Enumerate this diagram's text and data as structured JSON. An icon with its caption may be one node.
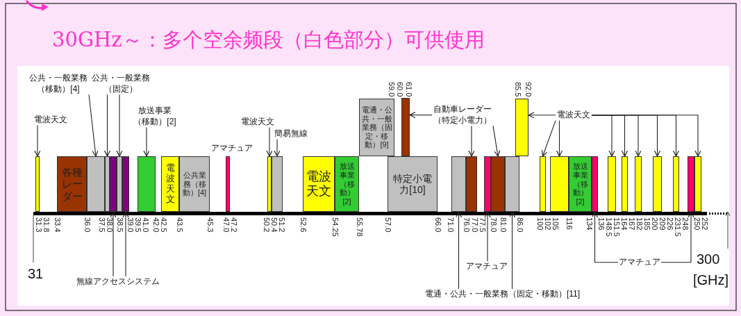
{
  "diagram": {
    "title": "30GHz～：多个空余频段（白色部分）可供使用",
    "nodes": [
      {
        "text": [],
        "shape": "bar"
      },
      {
        "text": [
          "各種レーダー"
        ]
      },
      {
        "text": [],
        "shape": "bar"
      },
      {
        "text": [],
        "shape": "bar"
      },
      {
        "text": [],
        "shape": "bar"
      },
      {
        "text": [],
        "shape": "bar"
      },
      {
        "text": [],
        "shape": "bar"
      },
      {
        "text": [],
        "shape": "bar"
      },
      {
        "text": [
          "電波天文"
        ]
      },
      {
        "text": [
          "公共業務（移動）[4]"
        ]
      },
      {
        "text": [],
        "shape": "bar",
        "beside": [
          "アマチュア"
        ]
      },
      {
        "text": [],
        "shape": "bar"
      },
      {
        "text": [],
        "shape": "bar"
      },
      {
        "text": [
          "電波天文"
        ]
      },
      {
        "text": [
          "放送事業（移動）[2]"
        ]
      },
      {
        "text": [
          "電通・公共・一般業務（固定・移動）[9]"
        ]
      },
      {
        "text": [
          "特定小電力[10]"
        ]
      },
      {
        "text": [],
        "shape": "bar"
      },
      {
        "text": [],
        "shape": "bar"
      },
      {
        "text": [],
        "shape": "bar"
      },
      {
        "text": [],
        "shape": "bar"
      },
      {
        "text": [],
        "shape": "bar"
      },
      {
        "text": [],
        "shape": "bar"
      },
      {
        "text": [],
        "shape": "bar"
      },
      {
        "text": [],
        "shape": "bar"
      },
      {
        "text": [],
        "shape": "bar"
      },
      {
        "text": [
          "放送事業（移動）[2]"
        ]
      },
      {
        "text": [],
        "shape": "bar"
      },
      {
        "text": [],
        "shape": "bar"
      },
      {
        "text": [],
        "shape": "bar"
      },
      {
        "text": [],
        "shape": "bar"
      },
      {
        "text": [],
        "shape": "bar"
      },
      {
        "text": [],
        "shape": "bar"
      },
      {
        "text": [],
        "shape": "bar"
      },
      {
        "text": [],
        "shape": "bar"
      },
      {
        "text": [
          "電波天文"
        ]
      },
      {
        "text": [
          "公共・一般業務（移動）[4]"
        ]
      },
      {
        "text": [
          "公共・一般業務（固定）"
        ]
      },
      {
        "text": [
          "放送事業（移動）[2]"
        ]
      },
      {
        "text": [
          "電波天文"
        ]
      },
      {
        "text": [
          "簡易無線"
        ]
      },
      {
        "text": [
          "自動車レーダー（特定小電力）"
        ]
      },
      {
        "text": [
          "電波天文"
        ]
      },
      {
        "text": [
          "無線アクセスシステム"
        ]
      },
      {
        "text": [
          "アマチュア"
        ]
      },
      {
        "text": [
          "電通・公共・一般業務（固定・移動）[11]"
        ]
      },
      {
        "text": [
          "アマチュア"
        ]
      }
    ],
    "edges": [
      {
        "from": 35,
        "to": 0,
        "arrow": "to"
      },
      {
        "from": 36,
        "to": 2,
        "arrow": "to"
      },
      {
        "from": 37,
        "to": 3,
        "arrow": "to"
      },
      {
        "from": 37,
        "to": 5,
        "arrow": "to"
      },
      {
        "from": 38,
        "to": 7,
        "arrow": "to"
      },
      {
        "from": 39,
        "to": 11,
        "arrow": "to"
      },
      {
        "from": 40,
        "to": 12,
        "arrow": "to"
      },
      {
        "from": 41,
        "to": 17,
        "arrow": "to"
      },
      {
        "from": 41,
        "to": 19,
        "arrow": "to"
      },
      {
        "from": 41,
        "to": 21,
        "arrow": "to"
      },
      {
        "from": 42,
        "to": 23,
        "arrow": "to"
      },
      {
        "from": 42,
        "to": 24,
        "arrow": "to"
      },
      {
        "from": 42,
        "to": 25,
        "arrow": "to"
      },
      {
        "from": 42,
        "to": 28,
        "arrow": "to"
      },
      {
        "from": 42,
        "to": 29,
        "arrow": "to"
      },
      {
        "from": 42,
        "to": 30,
        "arrow": "to"
      },
      {
        "from": 42,
        "to": 31,
        "arrow": "to"
      },
      {
        "from": 42,
        "to": 32,
        "arrow": "to"
      },
      {
        "from": 42,
        "to": 34,
        "arrow": "to"
      },
      {
        "from": 43,
        "to": 4,
        "arrow": "to"
      },
      {
        "from": 43,
        "to": 6,
        "arrow": "to"
      },
      {
        "from": 44,
        "to": 20,
        "arrow": "to"
      },
      {
        "from": 45,
        "to": 18,
        "arrow": "to"
      },
      {
        "from": 45,
        "to": 22,
        "arrow": "to"
      },
      {
        "from": 46,
        "to": 27,
        "arrow": "to"
      },
      {
        "from": 46,
        "to": 33,
        "arrow": "to"
      }
    ],
    "labels": [
      "59.0",
      "60.0",
      "61.0",
      "85.5",
      "92.0",
      "31.3",
      "31.8",
      "33.4",
      "36.0",
      "37.5",
      "38.0",
      "38.5",
      "39.0",
      "39.5",
      "41.0",
      "42.0",
      "42.5",
      "43.5",
      "45.3",
      "47.0",
      "47.2",
      "50.2",
      "50.4",
      "51.2",
      "52.6",
      "54.25",
      "55.78",
      "57.0",
      "66.0",
      "71.0",
      "76.0",
      "77.0",
      "77.5",
      "78.0",
      "81.0",
      "86.0",
      "100",
      "102",
      "105",
      "116",
      "134",
      "136",
      "148.5",
      "151.5",
      "164",
      "167",
      "182",
      "185",
      "200",
      "209",
      "226",
      "231.5",
      "248",
      "250",
      "252",
      "31",
      "300",
      "[GHz]"
    ]
  }
}
